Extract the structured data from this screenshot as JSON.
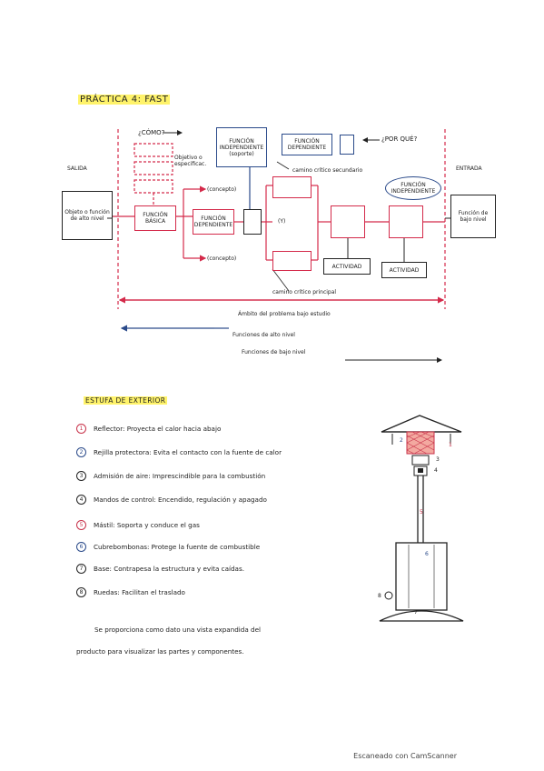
{
  "practice": {
    "title": "PRÁCTICA 4: FAST"
  },
  "diagram": {
    "como": "¿CÓMO?",
    "por_que": "¿POR QUÉ?",
    "salida": "SALIDA",
    "entrada": "ENTRADA",
    "objetivo_especificaciones": "Objetivo o especificac.",
    "funcion_independiente_soporte": "FUNCIÓN INDEPENDIENTE (soporte)",
    "funcion_dependiente_top": "FUNCIÓN DEPENDIENTE",
    "camino_critico_secundario": "camino crítico secundario",
    "funcion_independiente_right": "FUNCIÓN INDEPENDIENTE",
    "objeto_alto_nivel": "Objeto o función de alto nivel",
    "funcion_basica": "FUNCIÓN BÁSICA",
    "concepto_top": "(concepto)",
    "concepto_bottom": "(concepto)",
    "funcion_dependiente": "FUNCIÓN DEPENDIENTE",
    "y_label": "(Y)",
    "actividad_1": "ACTIVIDAD",
    "actividad_2": "ACTIVIDAD",
    "funcion_bajo_nivel": "Función de bajo nivel",
    "camino_critico_principal": "camino crítico principal",
    "ambito": "Ámbito del problema bajo estudio",
    "funciones_alto_nivel": "Funciones de alto nivel",
    "funciones_bajo_nivel": "Funciones de bajo nivel"
  },
  "estufa": {
    "title": "ESTUFA DE EXTERIOR",
    "items": [
      {
        "n": "1",
        "text": "Reflector: Proyecta el calor hacia abajo",
        "color": "#c8324a"
      },
      {
        "n": "2",
        "text": "Rejilla protectora: Evita el contacto con la fuente de calor",
        "color": "#2a4a8a"
      },
      {
        "n": "3",
        "text": "Admisión de aire: Imprescindible para la combustión",
        "color": "#222222"
      },
      {
        "n": "4",
        "text": "Mandos de control: Encendido, regulación y apagado",
        "color": "#222222"
      },
      {
        "n": "5",
        "text": "Mástil: Soporta y conduce el gas",
        "color": "#c8324a"
      },
      {
        "n": "6",
        "text": "Cubrebombonas: Protege la fuente de combustible",
        "color": "#2a4a8a"
      },
      {
        "n": "7",
        "text": "Base: Contrapesa la estructura y evita caídas.",
        "color": "#222222"
      },
      {
        "n": "8",
        "text": "Ruedas: Facilitan el traslado",
        "color": "#222222"
      }
    ],
    "note_line1": "Se proporciona como dato una vista expandida del",
    "note_line2": "producto para visualizar las partes y componentes.",
    "figure_labels": [
      "1",
      "2",
      "3",
      "4",
      "5",
      "6",
      "7",
      "8"
    ]
  },
  "footer": {
    "scanner": "Escaneado con CamScanner"
  }
}
